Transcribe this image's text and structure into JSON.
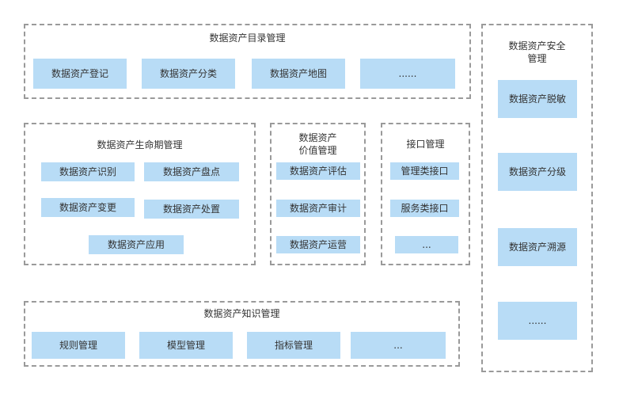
{
  "catalog": {
    "title": "数据资产目录管理",
    "items": [
      "数据资产登记",
      "数据资产分类",
      "数据资产地图",
      "......"
    ]
  },
  "lifecycle": {
    "title": "数据资产生命期管理",
    "items": [
      "数据资产识别",
      "数据资产盘点",
      "数据资产变更",
      "数据资产处置",
      "数据资产应用"
    ]
  },
  "value": {
    "title_line1": "数据资产",
    "title_line2": "价值管理",
    "items": [
      "数据资产评估",
      "数据资产审计",
      "数据资产运营"
    ]
  },
  "interface": {
    "title": "接口管理",
    "items": [
      "管理类接口",
      "服务类接口",
      "..."
    ]
  },
  "knowledge": {
    "title": "数据资产知识管理",
    "items": [
      "规则管理",
      "模型管理",
      "指标管理",
      "..."
    ]
  },
  "security": {
    "title_line1": "数据资产安全",
    "title_line2": "管理",
    "items": [
      "数据资产脱敏",
      "数据资产分级",
      "数据资产溯源",
      "......"
    ]
  },
  "colors": {
    "box_fill": "#b8dcf6",
    "border": "#9a9a9a",
    "text": "#333333"
  }
}
